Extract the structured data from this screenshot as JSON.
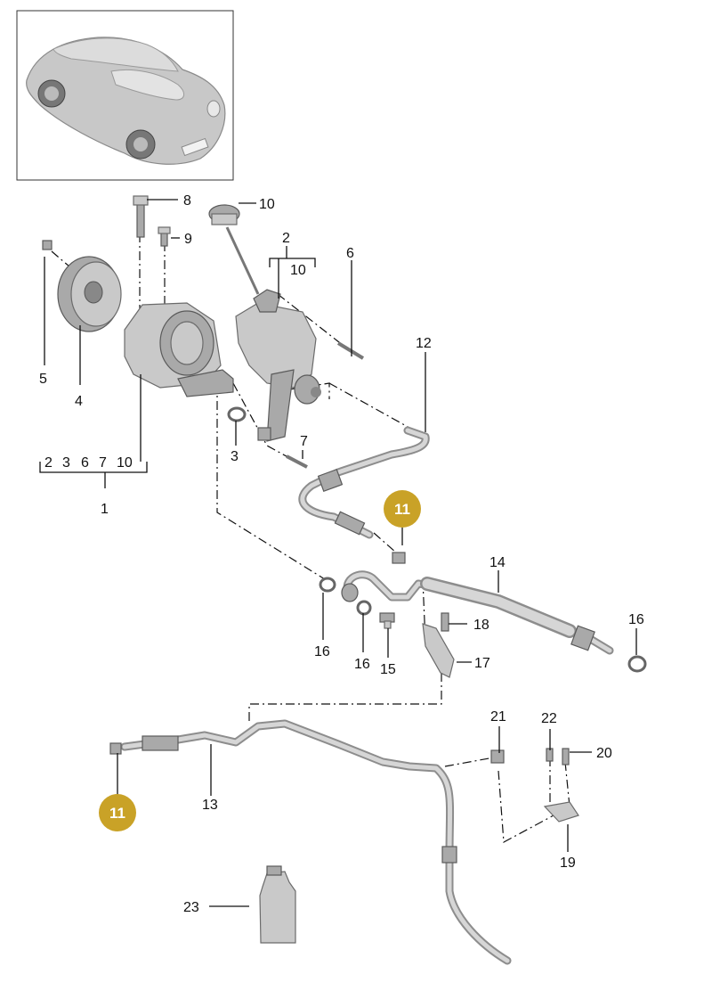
{
  "thumbnail": {
    "subject": "car-icon"
  },
  "callouts": {
    "c1": "1",
    "c2": "2",
    "c3": "3",
    "c4": "4",
    "c5": "5",
    "c6": "6",
    "c7": "7",
    "c8": "8",
    "c9": "9",
    "c10": "10",
    "c12": "12",
    "c13": "13",
    "c14": "14",
    "c15": "15",
    "c16": "16",
    "c17": "17",
    "c18": "18",
    "c19": "19",
    "c20": "20",
    "c21": "21",
    "c22": "22",
    "c23": "23"
  },
  "group1": [
    "2",
    "3",
    "6",
    "7",
    "10"
  ],
  "group2": [
    "10"
  ],
  "badges": {
    "b11": "11"
  },
  "colors": {
    "badge": "#c9a227",
    "part": "#c9c9c9",
    "line": "#111111"
  }
}
